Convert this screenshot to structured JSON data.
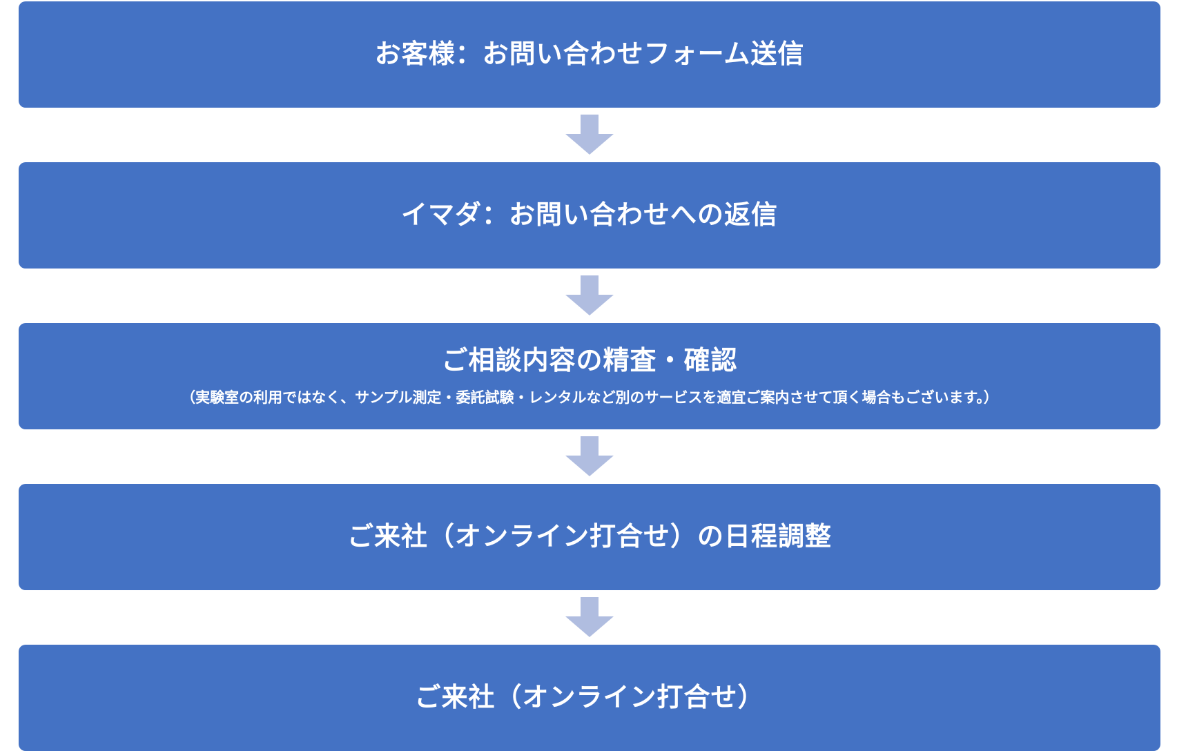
{
  "colors": {
    "box": "#4472c4",
    "arrow": "#b0bde0",
    "text": "#ffffff"
  },
  "steps": [
    {
      "title": "お客様：お問い合わせフォーム送信"
    },
    {
      "title": "イマダ：お問い合わせへの返信"
    },
    {
      "title": "ご相談内容の精査・確認",
      "note": "（実験室の利用ではなく、サンプル測定・委託試験・レンタルなど別のサービスを適宜ご案内させて頂く場合もございます。）"
    },
    {
      "title": "ご来社（オンライン打合せ）の日程調整"
    },
    {
      "title": "ご来社（オンライン打合せ）"
    }
  ],
  "arrows": [
    {
      "icon": "down-arrow-icon"
    },
    {
      "icon": "down-arrow-icon"
    },
    {
      "icon": "down-arrow-icon"
    },
    {
      "icon": "down-arrow-icon"
    }
  ]
}
